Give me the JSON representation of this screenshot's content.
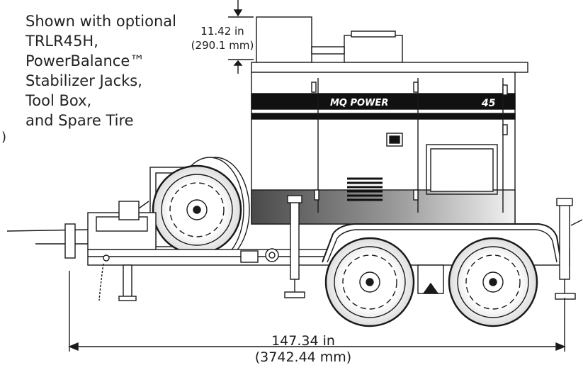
{
  "callout": {
    "lines": [
      "Shown with optional",
      "TRLR45H,",
      "PowerBalance™",
      "Stabilizer Jacks,",
      "Tool Box,",
      "and Spare Tire"
    ]
  },
  "dimensions": {
    "height_extension": {
      "imperial": "11.42 in",
      "metric": "(290.1 mm)"
    },
    "overall_length": {
      "imperial": "147.34 in",
      "metric": "(3742.44 mm)"
    }
  },
  "branding": {
    "brand": "MQ POWER",
    "model": "45"
  },
  "stray_mark": ")",
  "colors": {
    "line": "#1a1a1a",
    "stripe": "#111111",
    "body": "#ffffff",
    "skirt_dark": "#5a5a5a"
  }
}
